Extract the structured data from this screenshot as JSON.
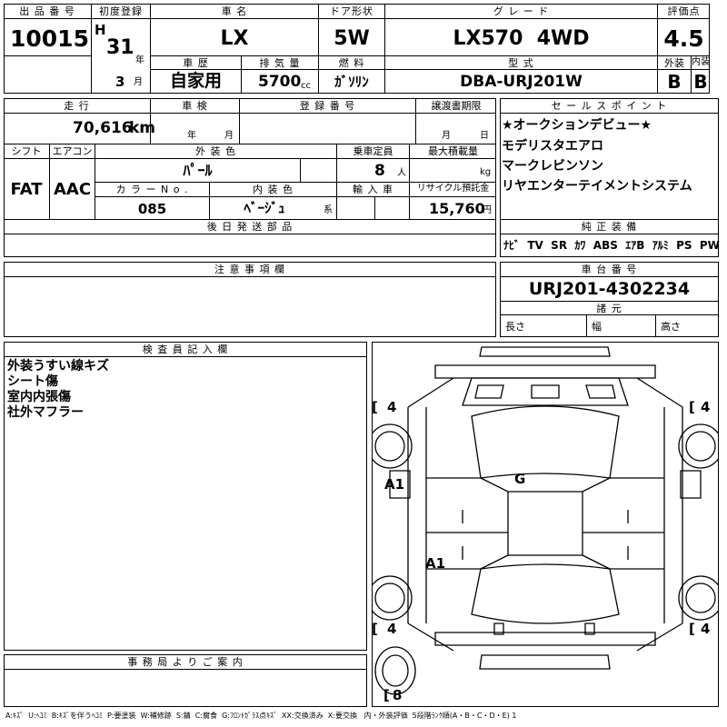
{
  "labels": {
    "lot_no": "出 品 番 号",
    "first_reg": "初度登録",
    "car_name": "車 名",
    "door": "ドア形状",
    "grade": "グ レ ー ド",
    "eval": "評価点",
    "history": "車 歴",
    "displacement": "排 気 量",
    "fuel": "燃 料",
    "model_type": "型 式",
    "exterior": "外装",
    "interior": "内装",
    "mileage": "走 行",
    "inspection": "車 検",
    "reg_no": "登 録 番 号",
    "transfer_deadline": "譲渡書期限",
    "sales_point": "セ ー ル ス ポ イ ン ト",
    "shift": "シフト",
    "aircon": "エアコン",
    "ext_color": "外 装 色",
    "capacity": "乗車定員",
    "max_load": "最大積載量",
    "color_no": "カ ラ ー N o .",
    "int_color": "内 装 色",
    "import": "輸 入 車",
    "recycle": "リサイクル預託金",
    "later_parts": "後 日 発 送 部 品",
    "genuine_equip": "純 正 装 備",
    "notes": "注 意 事 項 欄",
    "chassis_no": "車 台 番 号",
    "specs": "諸 元",
    "length": "長さ",
    "width": "幅",
    "height": "高さ",
    "inspector": "検 査 員 記 入 欄",
    "office": "事 務 局 よ り ご 案 内"
  },
  "units": {
    "year": "年",
    "month": "月",
    "cc": "cc",
    "km": "km",
    "person": "人",
    "kg": "kg",
    "kei": "系",
    "yen": "円",
    "insp_year": "年",
    "insp_month": "月",
    "deadline_month": "月",
    "deadline_day": "日"
  },
  "vehicle": {
    "lot_number": "10015",
    "era": "H",
    "reg_year": "31",
    "reg_month": "3",
    "car_name": "LX",
    "door": "5W",
    "grade": "LX570  4WD",
    "score": "4.5",
    "history": "自家用",
    "displacement": "5700",
    "fuel": "ｶﾞｿﾘﾝ",
    "model_type": "DBA-URJ201W",
    "exterior_grade": "B",
    "interior_grade": "B",
    "mileage": "70,616",
    "shift": "FAT",
    "aircon": "AAC",
    "ext_color": "ﾊﾟｰﾙ",
    "capacity": "8",
    "color_no": "085",
    "int_color": "ﾍﾞｰｼﾞｭ",
    "recycle_fee": "15,760",
    "chassis_number": "URJ201-4302234"
  },
  "sales_points": [
    "★オークションデビュー★",
    "モデリスタエアロ",
    "マークレビンソン",
    "リヤエンターテイメントシステム"
  ],
  "equipment": "ﾅﾋﾞ  TV  SR  ｶﾜ  ABS  ｴｱB  ｱﾙﾐ  PS  PW",
  "inspector_notes": [
    "外装うすい線キズ",
    "シート傷",
    "室内内張傷",
    "社外マフラー"
  ],
  "diagram": {
    "tire_fl": "4",
    "tire_fr": "4",
    "tire_rl": "4",
    "tire_rr": "4",
    "spare": "8",
    "mark_g": "G",
    "mark_a1_front": "A1",
    "mark_a1_rear": "A1"
  },
  "legend": "A:ｷｽﾞ  U:ﾍｺﾐ  B:ｷｽﾞを伴うﾍｺﾐ  P:要塗装  W:補修跡  S:錆  C:腐食  G:ﾌﾛﾝﾄｶﾞﾗｽ点ｷｽﾞ  XX:交換済み  X:要交換   内・外装評価  5段階ﾗﾝｸ順(A・B・C・D・E) 1"
}
